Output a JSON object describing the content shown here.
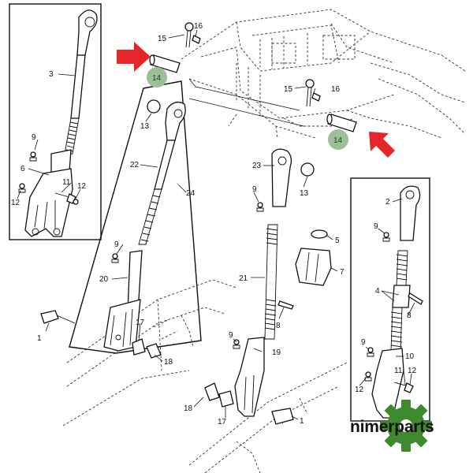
{
  "brand": {
    "text": "nimerparts",
    "gear_color": "#3f8a2f",
    "gear_hole_color": "#ffffff"
  },
  "colors": {
    "arrow": "#e5252a",
    "highlight_circle": "#9dbf97",
    "line": "#111111"
  },
  "callouts": {
    "c1a": "1",
    "c1b": "1",
    "c2": "2",
    "c3": "3",
    "c4": "4",
    "c5": "5",
    "c6": "6",
    "c7": "7",
    "c8": "8",
    "c9a": "9",
    "c9b": "9",
    "c9c": "9",
    "c9d": "9",
    "c9e": "9",
    "c10": "10",
    "c11a": "11",
    "c11b": "11",
    "c12a": "12",
    "c12b": "12",
    "c12c": "12",
    "c12d": "12",
    "c13a": "13",
    "c13b": "13",
    "c14a": "14",
    "c14b": "14",
    "c15a": "15",
    "c15b": "15",
    "c16a": "16",
    "c16b": "16",
    "c17a": "17",
    "c17b": "17",
    "c18a": "18",
    "c18b": "18",
    "c19": "19",
    "c20": "20",
    "c21": "21",
    "c22": "22",
    "c23": "23",
    "c24": "24"
  }
}
